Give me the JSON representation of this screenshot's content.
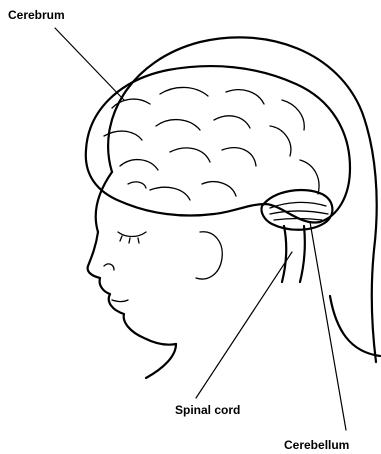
{
  "labels": {
    "cerebrum": "Cerebrum",
    "spinal_cord": "Spinal cord",
    "cerebellum": "Cerebellum"
  },
  "colors": {
    "line": "#000000",
    "background": "#ffffff"
  }
}
